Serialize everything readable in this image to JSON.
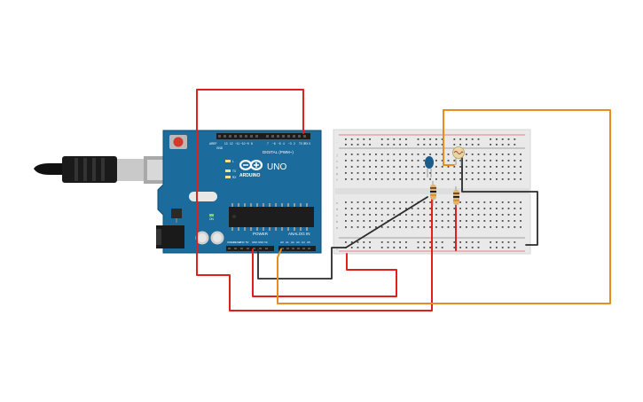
{
  "board": {
    "brand": "ARDUINO",
    "model": "UNO",
    "digital_header": "DIGITAL (PWM~)",
    "power_header": "POWER",
    "analog_header": "ANALOG IN",
    "led_labels": [
      "L",
      "TX",
      "RX"
    ],
    "on_label": "ON",
    "aref": "AREF",
    "gnd": "GND",
    "digital_pins": [
      "13",
      "12",
      "~11",
      "~10",
      "~9",
      "8",
      "7",
      "~6",
      "~5",
      "4",
      "~3",
      "2",
      "TX 1",
      "RX 0"
    ],
    "power_pins": [
      "IOREF",
      "RESET",
      "3.3V",
      "5V",
      "GND",
      "GND",
      "Vin"
    ],
    "analog_pins": [
      "A0",
      "A1",
      "A2",
      "A3",
      "A4",
      "A5"
    ]
  },
  "breadboard": {
    "row_labels_left": [
      "a",
      "b",
      "c",
      "d",
      "e",
      "f",
      "g",
      "h",
      "i",
      "j"
    ],
    "rail_plus": "+",
    "rail_minus": "-"
  },
  "colors": {
    "board": "#1b6b9c",
    "wire_red": "#e0201c",
    "wire_orange": "#e88c1e",
    "wire_black": "#2b2b2b",
    "breadboard": "#e9e9e9"
  },
  "icons": [
    "usb-cable-icon",
    "reset-button-icon",
    "arduino-logo-icon",
    "photoresistor-icon",
    "capacitor-icon",
    "resistor-icon"
  ]
}
